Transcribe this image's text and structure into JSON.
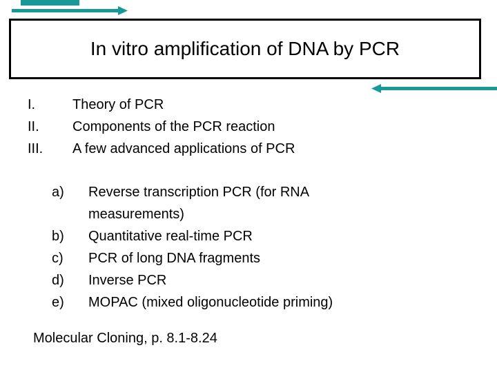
{
  "slide": {
    "title": "In vitro amplification of DNA by PCR",
    "main_list": [
      {
        "marker": "I.",
        "text": "Theory of PCR"
      },
      {
        "marker": "II.",
        "text": "Components of the PCR reaction"
      },
      {
        "marker": "III.",
        "text": "A few advanced applications of PCR"
      }
    ],
    "sub_list": [
      {
        "marker": "a)",
        "text": "Reverse transcription PCR (for RNA measurements)"
      },
      {
        "marker": "b)",
        "text": "Quantitative real-time PCR"
      },
      {
        "marker": "c)",
        "text": "PCR of long DNA fragments"
      },
      {
        "marker": "d)",
        "text": "Inverse PCR"
      },
      {
        "marker": "e)",
        "text": "MOPAC (mixed oligonucleotide priming)"
      }
    ],
    "footer": "Molecular Cloning, p. 8.1-8.24",
    "icons": {
      "right_arrow": "right-arrow",
      "left_arrow": "left-arrow"
    },
    "colors": {
      "accent_teal": "#189898",
      "border_black": "#000000",
      "text_black": "#000000",
      "background": "#ffffff"
    }
  }
}
